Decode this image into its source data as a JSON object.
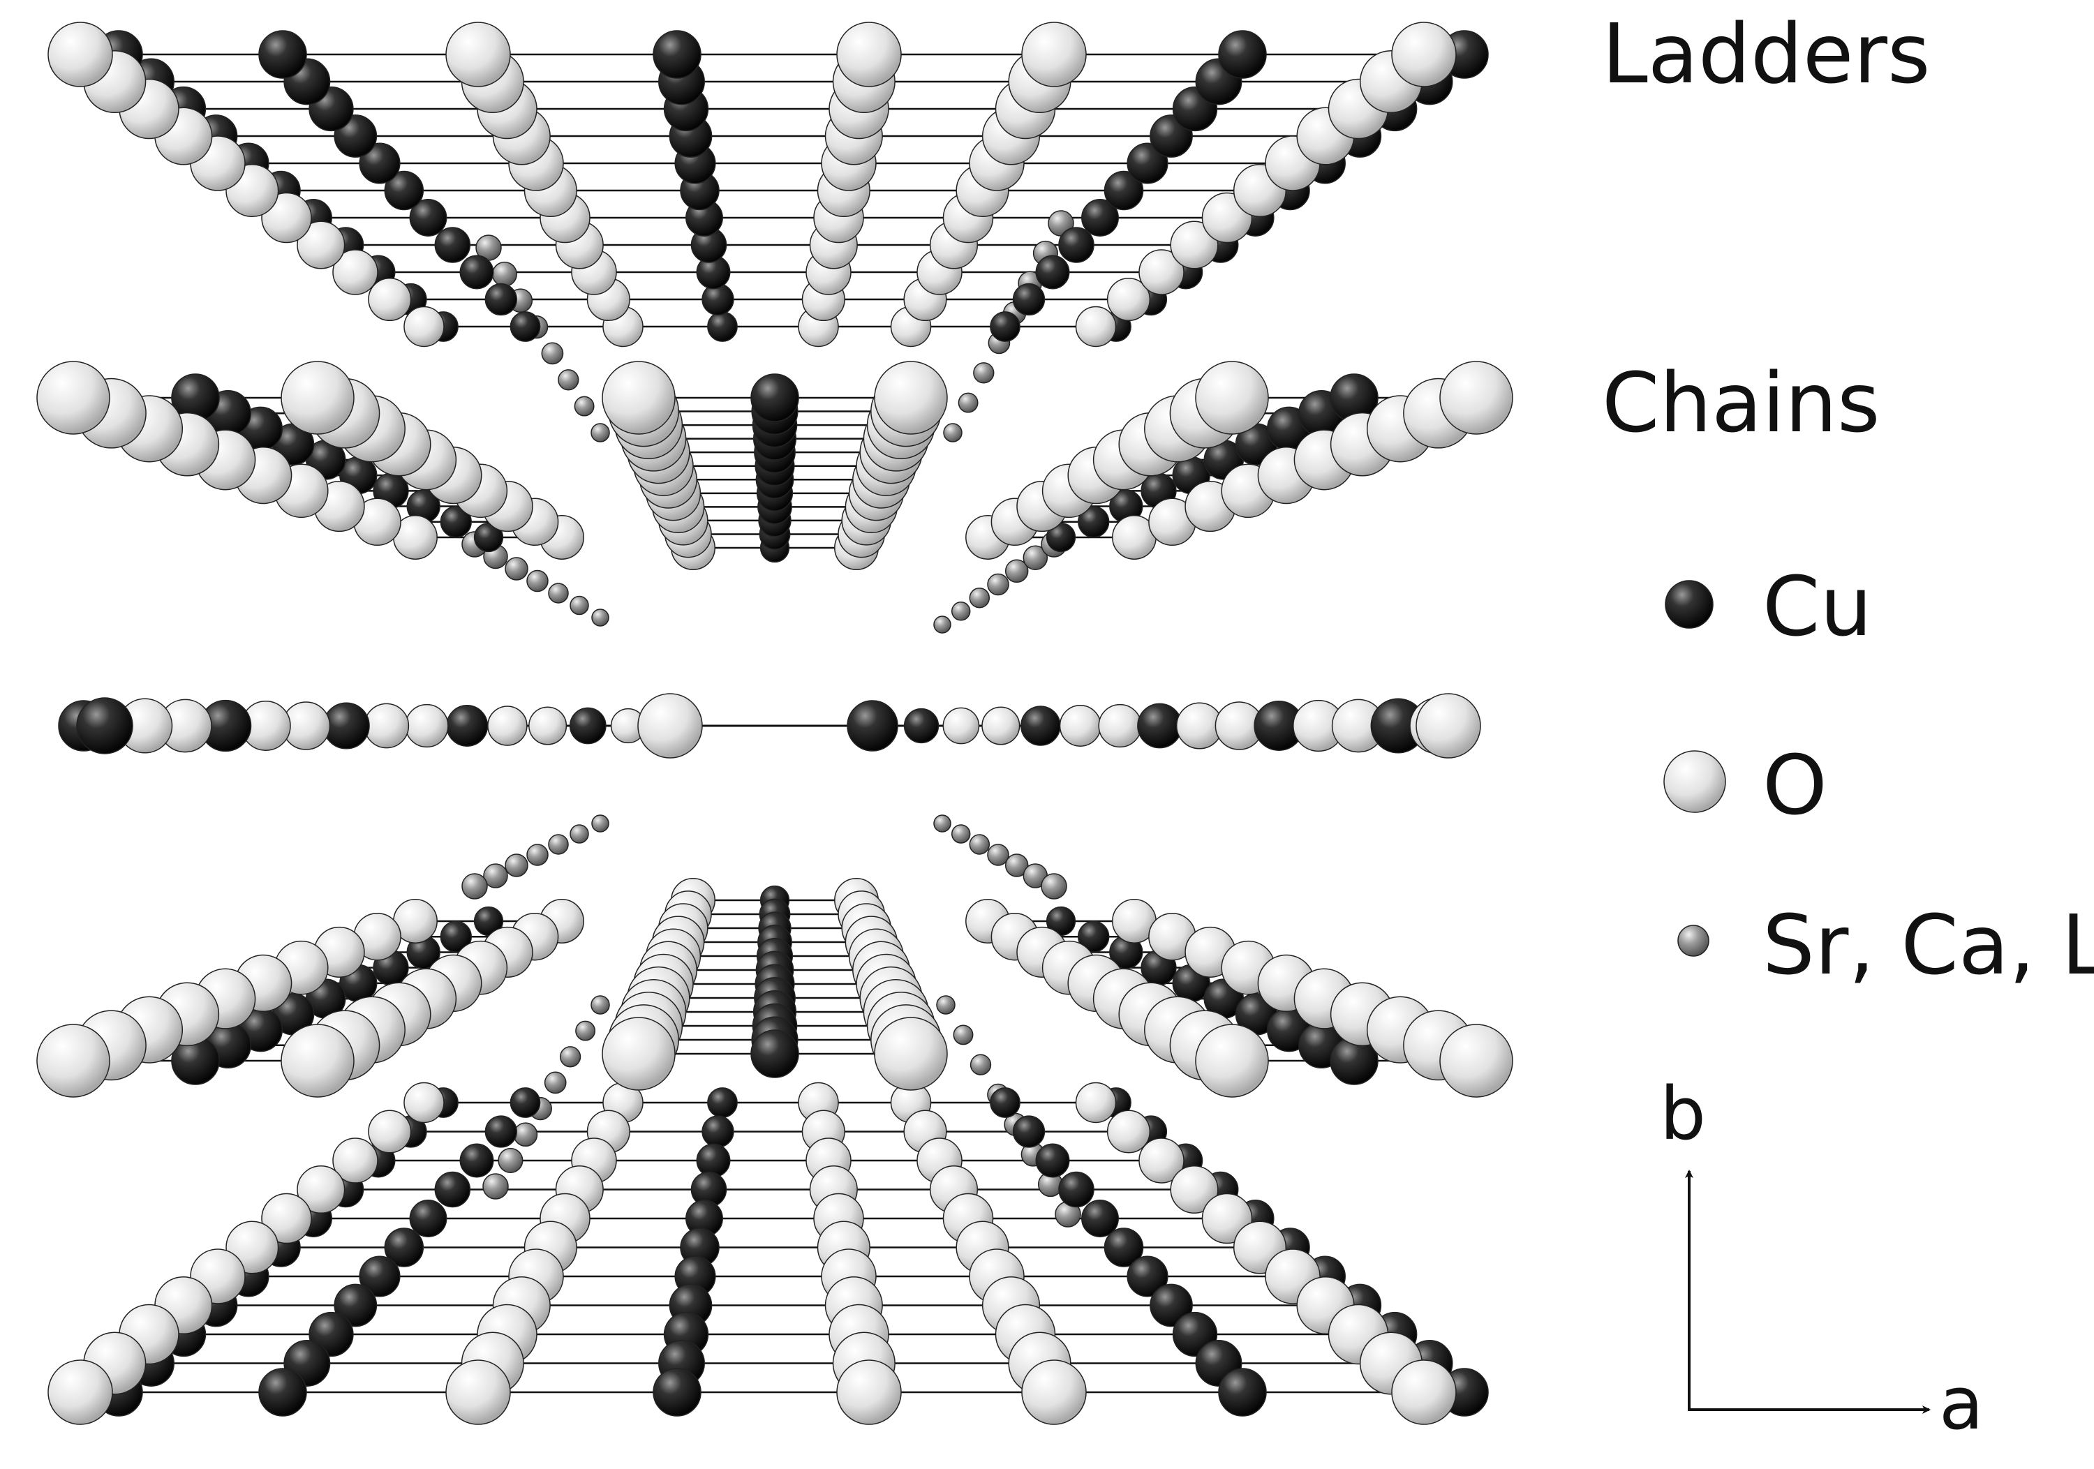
{
  "labels": {
    "ladders": "Ladders",
    "chains": "Chains"
  },
  "legend": [
    {
      "label": "Cu",
      "color": "#1a1a1a"
    },
    {
      "label": "O",
      "color": "#e6e6e6"
    },
    {
      "label": "Sr, Ca, La",
      "color": "#8c8c8c"
    }
  ],
  "axes": {
    "b": "b",
    "a": "a"
  },
  "colors": {
    "cu": "#1a1a1a",
    "o": "#e6e6e6",
    "sr": "#8c8c8c",
    "bond": "#111111"
  }
}
